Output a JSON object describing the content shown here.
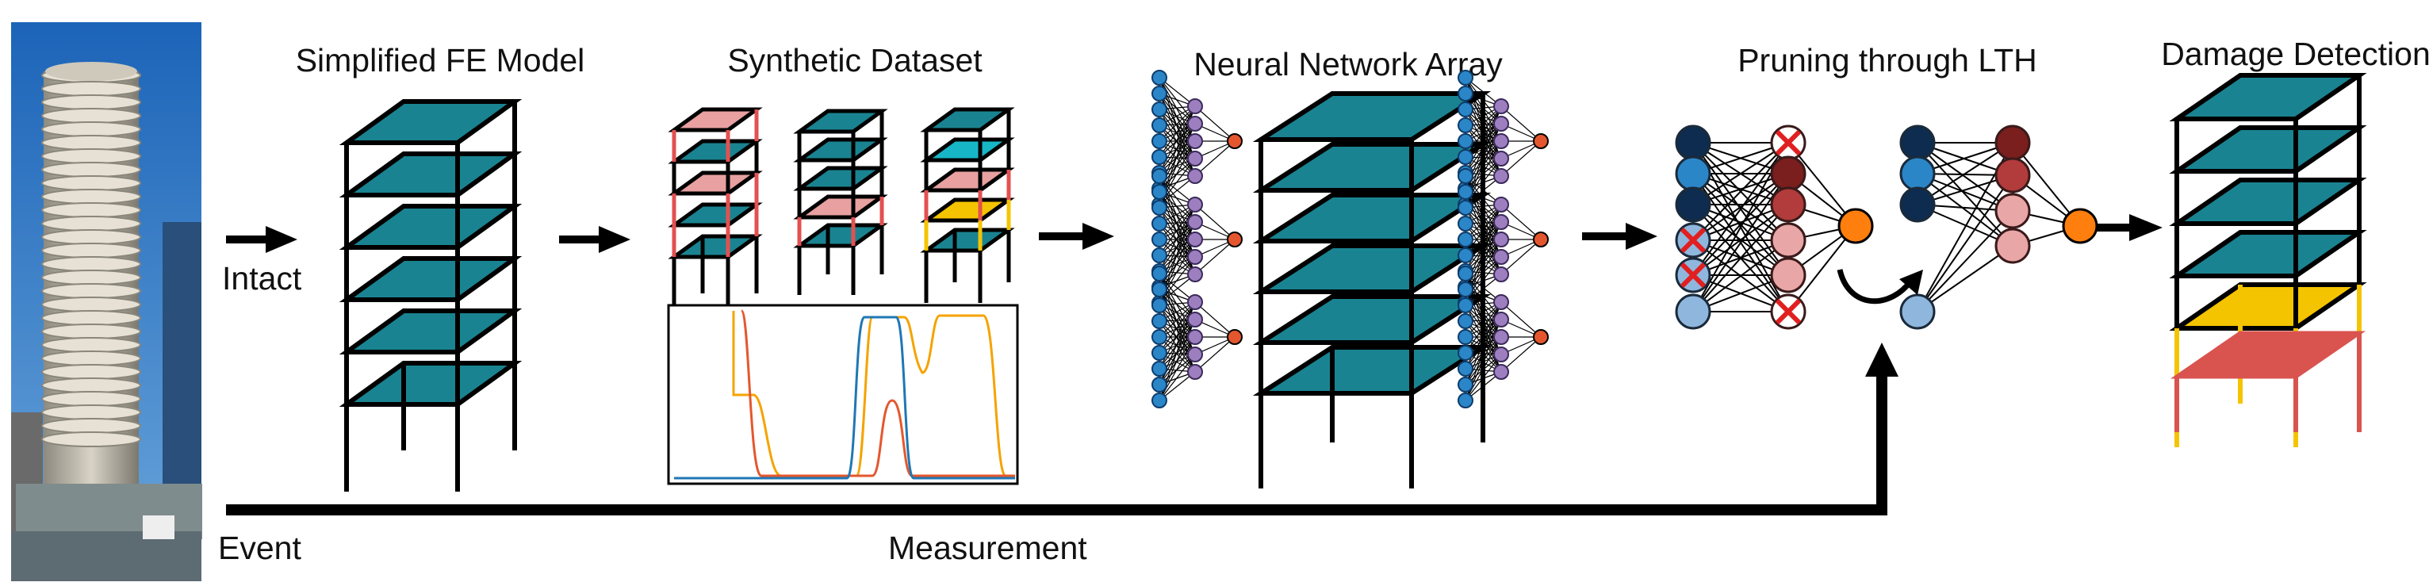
{
  "labels": {
    "simplified_fe_model": "Simplified FE Model",
    "synthetic_dataset": "Synthetic Dataset",
    "neural_network_array": "Neural Network Array",
    "pruning_through_lth": "Pruning through LTH",
    "damage_detection": "Damage Detection",
    "intact": "Intact",
    "event": "Event",
    "measurement": "Measurement"
  },
  "colors": {
    "floor_teal": "#1a8391",
    "damage_pink": "#e8a0a0",
    "damage_yellow": "#f5c400",
    "damage_red": "#d9534f",
    "line_blue": "#1f77b4",
    "line_orange": "#f5a300",
    "line_red": "#e4572e",
    "node_navy": "#0d2c4f",
    "node_blue": "#2b86c8",
    "node_light_blue": "#8fb7de",
    "node_dark_red": "#7b1e1e",
    "node_red": "#b23b3b",
    "node_pink": "#e9a6a6",
    "node_orange": "#ff7f0e",
    "node_purple": "#9d7fc0"
  },
  "icons": [
    "arrow-right-icon",
    "curved-arrow-icon",
    "pruned-x-icon"
  ]
}
